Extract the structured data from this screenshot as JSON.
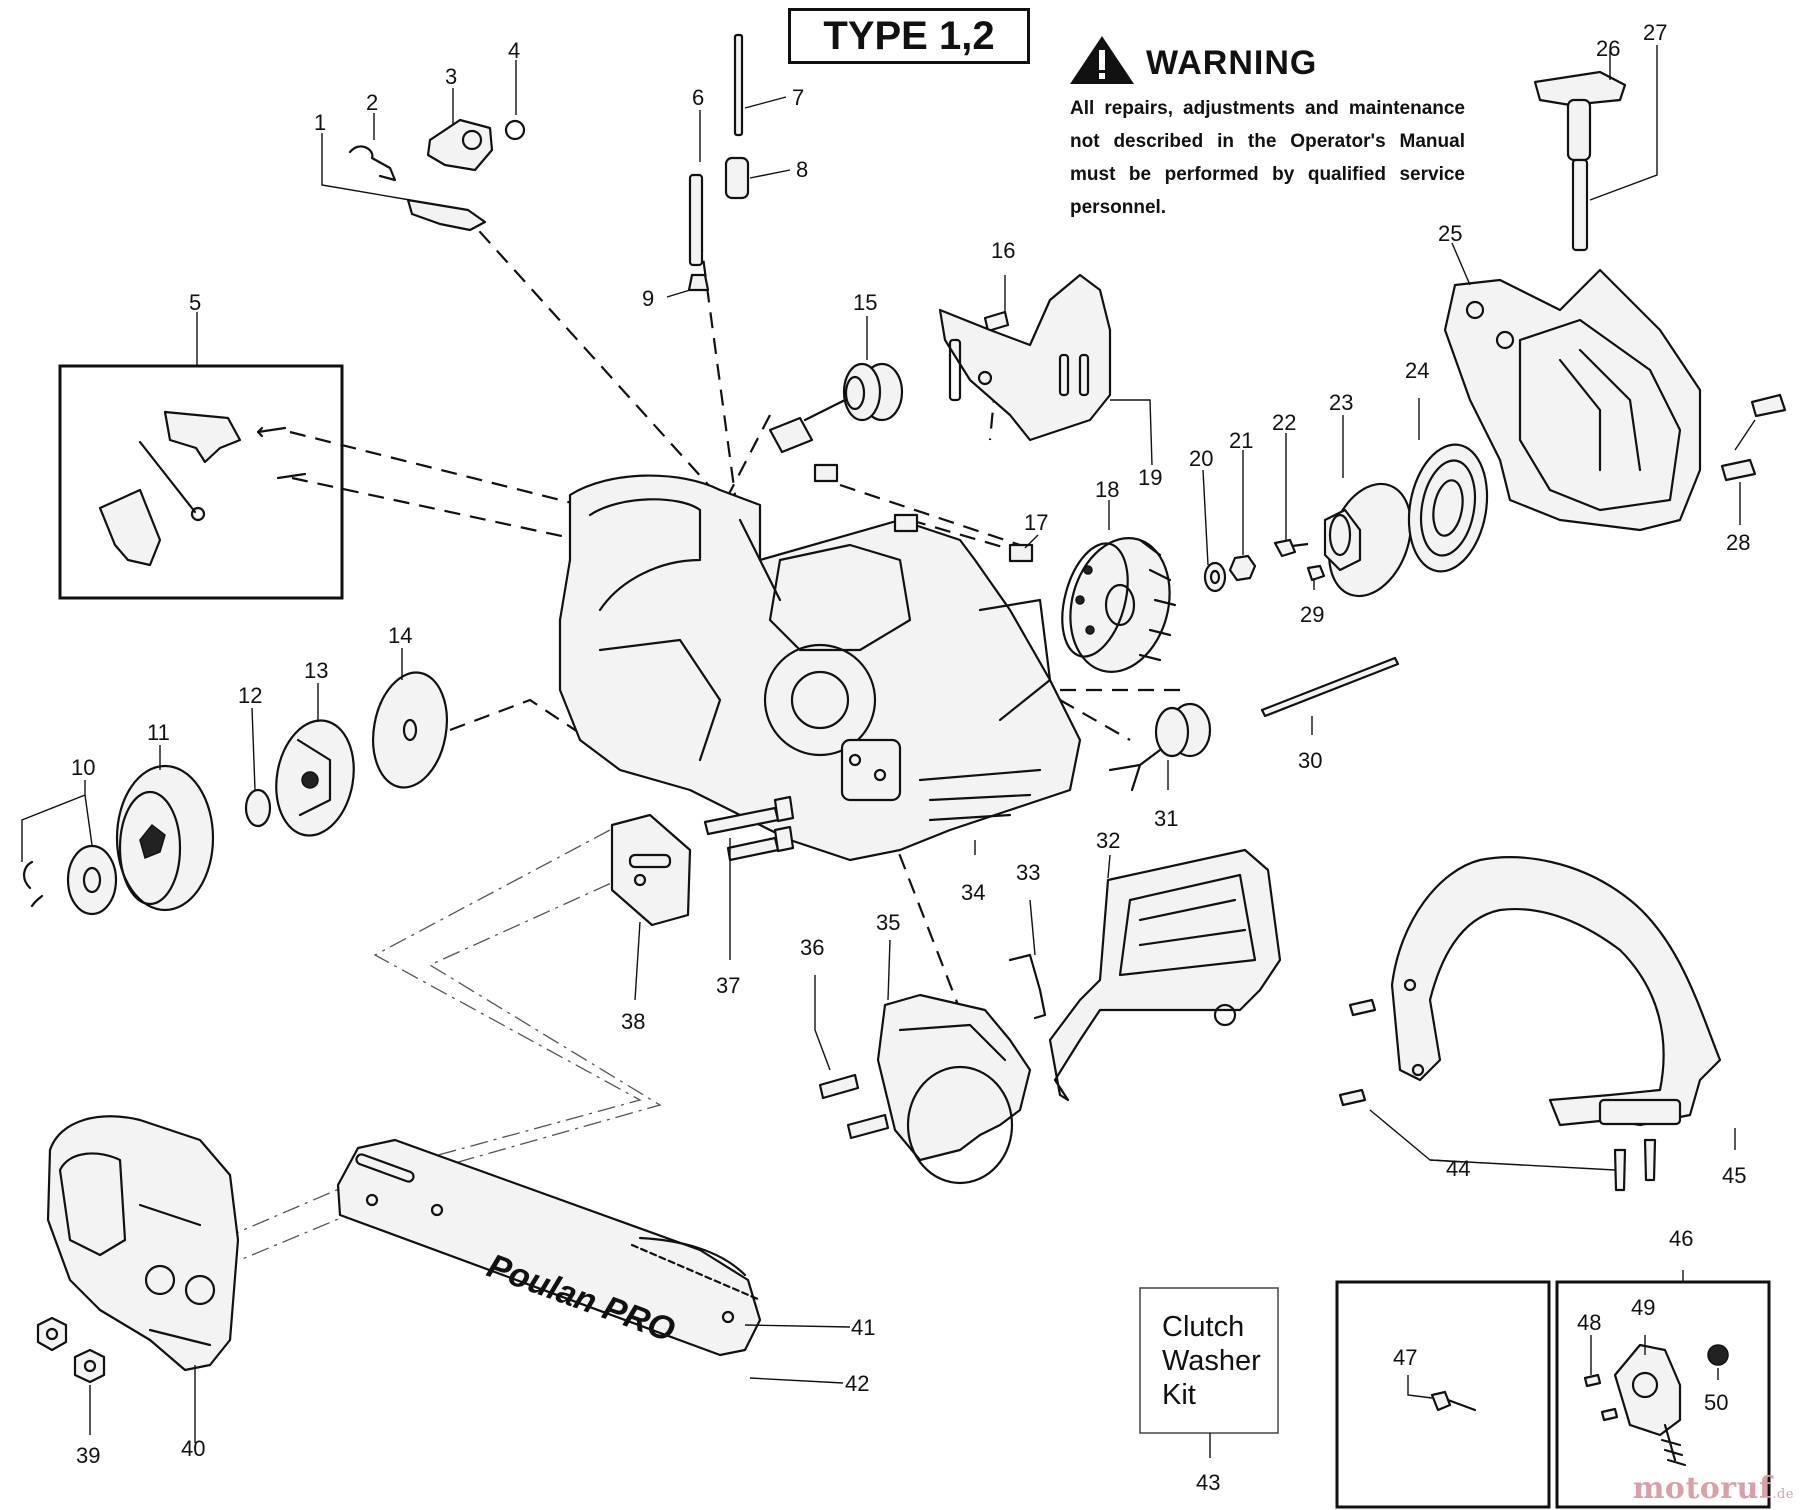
{
  "header": {
    "type_label": "TYPE 1,2",
    "warning_title": "WARNING",
    "warning_body": "All repairs, adjustments and maintenance not described in the Operator's Manual must be performed by qualified service personnel."
  },
  "kit": {
    "label": "Clutch Washer Kit"
  },
  "bar_brand": "Poulan PRO",
  "watermark": {
    "name": "motoruf",
    "suffix": ".de"
  },
  "callouts": [
    "1",
    "2",
    "3",
    "4",
    "5",
    "6",
    "7",
    "8",
    "9",
    "10",
    "11",
    "12",
    "13",
    "14",
    "15",
    "16",
    "17",
    "18",
    "19",
    "20",
    "21",
    "22",
    "23",
    "24",
    "25",
    "26",
    "27",
    "28",
    "29",
    "30",
    "31",
    "32",
    "33",
    "34",
    "35",
    "36",
    "37",
    "38",
    "39",
    "40",
    "41",
    "42",
    "43",
    "44",
    "45",
    "46",
    "47",
    "48",
    "49",
    "50"
  ]
}
